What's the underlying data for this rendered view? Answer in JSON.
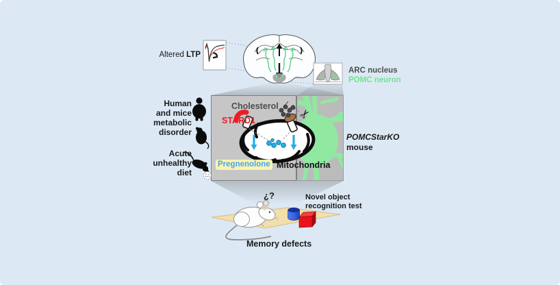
{
  "figure": {
    "labels": {
      "altered": "Altered ",
      "ltp": "LTP",
      "arc_nucleus": "ARC nucleus",
      "pomc_neuron": "POMC neuron",
      "cholesterol": "Cholesterol",
      "stard1": "STARD1",
      "pregnenolone": "Pregnenolone",
      "mitochondria": "Mitochondria",
      "pomcstarko": "POMCStarKO",
      "pomcstarko_mouse": "mouse",
      "human_line1": "Human",
      "human_line2": "and mice",
      "human_line3": "metabolic",
      "human_line4": "disorder",
      "diet_line1": "Acute",
      "diet_line2": "unhealthy",
      "diet_line3": "diet",
      "question_marks": "¿?",
      "nor_line1": "Novel object",
      "nor_line2": "recognition test",
      "memory_defects": "Memory defects"
    },
    "icons": {
      "scissors": "✂"
    },
    "colors": {
      "background": "#dce9f5",
      "stard1_red": "#ED1C24",
      "pregnenolone_blue": "#3FA9F5",
      "pregnenolone_highlight": "#FBF2B0",
      "pomc_green_text": "#6FE58C",
      "pomc_neuron_fill": "#90E8A1",
      "arc_gray_text": "#4D4D4D",
      "box_left_gray": "#C6C6C6",
      "box_right_gray": "#BBBBBB",
      "arrow_blue": "#29ABE2",
      "table_tan": "#F2DFAC",
      "cube_red": "#E8131B",
      "cylinder_blue": "#2B49C5"
    }
  }
}
